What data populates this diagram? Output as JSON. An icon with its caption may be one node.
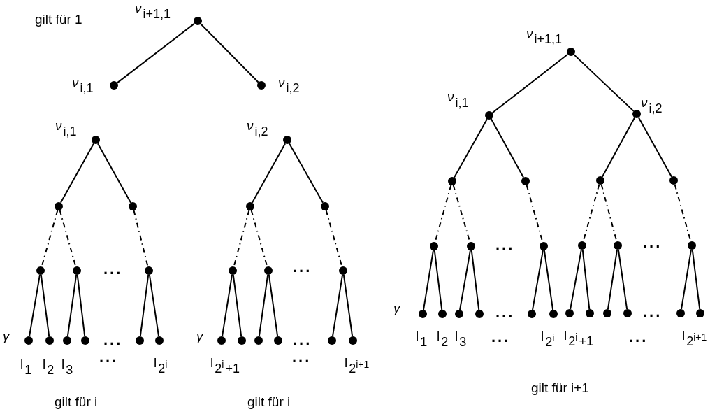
{
  "diagram": {
    "nodes": [
      {
        "text": [],
        "shape": "circle",
        "beside": [
          "*ν*$_{i+1,1}$"
        ]
      },
      {
        "text": [],
        "shape": "circle",
        "beside": [
          "*ν*$_{i,1}$"
        ]
      },
      {
        "text": [],
        "shape": "circle",
        "beside": [
          "*ν*$_{i,2}$"
        ]
      },
      {
        "text": [],
        "shape": "circle",
        "beside": [
          "*ν*$_{i,1}$"
        ]
      },
      {
        "text": [],
        "shape": "circle"
      },
      {
        "text": [],
        "shape": "circle"
      },
      {
        "text": [],
        "shape": "circle"
      },
      {
        "text": [],
        "shape": "circle"
      },
      {
        "text": [],
        "shape": "circle"
      },
      {
        "text": [],
        "shape": "circle",
        "beside": [
          "l$_{1}$"
        ]
      },
      {
        "text": [],
        "shape": "circle",
        "beside": [
          "l$_{2}$"
        ]
      },
      {
        "text": [],
        "shape": "circle",
        "beside": [
          "l$_{3}$"
        ]
      },
      {
        "text": [],
        "shape": "circle"
      },
      {
        "text": [],
        "shape": "circle"
      },
      {
        "text": [],
        "shape": "circle",
        "beside": [
          "l$_{2}$$^{i}$"
        ]
      },
      {
        "text": [],
        "shape": "circle",
        "beside": [
          "*ν*$_{i,2}$"
        ]
      },
      {
        "text": [],
        "shape": "circle"
      },
      {
        "text": [],
        "shape": "circle"
      },
      {
        "text": [],
        "shape": "circle"
      },
      {
        "text": [],
        "shape": "circle"
      },
      {
        "text": [],
        "shape": "circle"
      },
      {
        "text": [],
        "shape": "circle",
        "beside": [
          "l$_{2}$$^{i}$$_{+1}$"
        ]
      },
      {
        "text": [],
        "shape": "circle"
      },
      {
        "text": [],
        "shape": "circle"
      },
      {
        "text": [],
        "shape": "circle"
      },
      {
        "text": [],
        "shape": "circle"
      },
      {
        "text": [],
        "shape": "circle",
        "beside": [
          "l$_{2}$$^{i+1}$"
        ]
      },
      {
        "text": [],
        "shape": "circle",
        "beside": [
          "*ν*$_{i+1,1}$"
        ]
      },
      {
        "text": [],
        "shape": "circle",
        "beside": [
          "*ν*$_{i,1}$"
        ]
      },
      {
        "text": [],
        "shape": "circle",
        "beside": [
          "*ν*$_{i,2}$"
        ]
      },
      {
        "text": [],
        "shape": "circle"
      },
      {
        "text": [],
        "shape": "circle"
      },
      {
        "text": [],
        "shape": "circle"
      },
      {
        "text": [],
        "shape": "circle"
      },
      {
        "text": [],
        "shape": "circle"
      },
      {
        "text": [],
        "shape": "circle"
      },
      {
        "text": [],
        "shape": "circle"
      },
      {
        "text": [],
        "shape": "circle"
      },
      {
        "text": [],
        "shape": "circle"
      },
      {
        "text": [],
        "shape": "circle"
      },
      {
        "text": [],
        "shape": "circle",
        "beside": [
          "l$_{1}$"
        ]
      },
      {
        "text": [],
        "shape": "circle",
        "beside": [
          "l$_{2}$"
        ]
      },
      {
        "text": [],
        "shape": "circle",
        "beside": [
          "l$_{3}$"
        ]
      },
      {
        "text": [],
        "shape": "circle"
      },
      {
        "text": [],
        "shape": "circle"
      },
      {
        "text": [],
        "shape": "circle",
        "beside": [
          "l$_{2}$$^{i}$"
        ]
      },
      {
        "text": [],
        "shape": "circle",
        "beside": [
          "l$_{2}$$^{i}$$_{+1}$"
        ]
      },
      {
        "text": [],
        "shape": "circle"
      },
      {
        "text": [],
        "shape": "circle"
      },
      {
        "text": [],
        "shape": "circle"
      },
      {
        "text": [],
        "shape": "circle"
      },
      {
        "text": [],
        "shape": "circle",
        "beside": [
          "l$_{2}$$^{i+1}$"
        ]
      }
    ],
    "edges": [
      {
        "from": 0,
        "to": 1,
        "arrow": "none"
      },
      {
        "from": 0,
        "to": 2,
        "arrow": "none"
      },
      {
        "from": 3,
        "to": 4,
        "arrow": "none"
      },
      {
        "from": 3,
        "to": 5,
        "arrow": "none"
      },
      {
        "from": 4,
        "to": 6,
        "arrow": "none",
        "style": "dashed"
      },
      {
        "from": 4,
        "to": 7,
        "arrow": "none",
        "style": "dashed"
      },
      {
        "from": 5,
        "to": 8,
        "arrow": "none",
        "style": "dashed"
      },
      {
        "from": 6,
        "to": 9,
        "arrow": "none"
      },
      {
        "from": 6,
        "to": 10,
        "arrow": "none"
      },
      {
        "from": 7,
        "to": 11,
        "arrow": "none"
      },
      {
        "from": 7,
        "to": 12,
        "arrow": "none"
      },
      {
        "from": 8,
        "to": 13,
        "arrow": "none"
      },
      {
        "from": 8,
        "to": 14,
        "arrow": "none"
      },
      {
        "from": 15,
        "to": 16,
        "arrow": "none"
      },
      {
        "from": 15,
        "to": 17,
        "arrow": "none"
      },
      {
        "from": 16,
        "to": 18,
        "arrow": "none",
        "style": "dashed"
      },
      {
        "from": 16,
        "to": 19,
        "arrow": "none",
        "style": "dashed"
      },
      {
        "from": 17,
        "to": 20,
        "arrow": "none",
        "style": "dashed"
      },
      {
        "from": 18,
        "to": 21,
        "arrow": "none"
      },
      {
        "from": 18,
        "to": 22,
        "arrow": "none"
      },
      {
        "from": 19,
        "to": 23,
        "arrow": "none"
      },
      {
        "from": 19,
        "to": 24,
        "arrow": "none"
      },
      {
        "from": 20,
        "to": 25,
        "arrow": "none"
      },
      {
        "from": 20,
        "to": 26,
        "arrow": "none"
      },
      {
        "from": 27,
        "to": 28,
        "arrow": "none"
      },
      {
        "from": 27,
        "to": 29,
        "arrow": "none"
      },
      {
        "from": 28,
        "to": 30,
        "arrow": "none"
      },
      {
        "from": 28,
        "to": 31,
        "arrow": "none"
      },
      {
        "from": 29,
        "to": 32,
        "arrow": "none"
      },
      {
        "from": 29,
        "to": 33,
        "arrow": "none"
      },
      {
        "from": 30,
        "to": 34,
        "arrow": "none",
        "style": "dashed"
      },
      {
        "from": 30,
        "to": 35,
        "arrow": "none",
        "style": "dashed"
      },
      {
        "from": 31,
        "to": 36,
        "arrow": "none",
        "style": "dashed"
      },
      {
        "from": 32,
        "to": 37,
        "arrow": "none",
        "style": "dashed"
      },
      {
        "from": 32,
        "to": 38,
        "arrow": "none",
        "style": "dashed"
      },
      {
        "from": 33,
        "to": 39,
        "arrow": "none",
        "style": "dashed"
      },
      {
        "from": 34,
        "to": 40,
        "arrow": "none"
      },
      {
        "from": 34,
        "to": 41,
        "arrow": "none"
      },
      {
        "from": 35,
        "to": 42,
        "arrow": "none"
      },
      {
        "from": 35,
        "to": 43,
        "arrow": "none"
      },
      {
        "from": 36,
        "to": 44,
        "arrow": "none"
      },
      {
        "from": 36,
        "to": 45,
        "arrow": "none"
      },
      {
        "from": 37,
        "to": 46,
        "arrow": "none"
      },
      {
        "from": 37,
        "to": 47,
        "arrow": "none"
      },
      {
        "from": 38,
        "to": 48,
        "arrow": "none"
      },
      {
        "from": 38,
        "to": 49,
        "arrow": "none"
      },
      {
        "from": 39,
        "to": 50,
        "arrow": "none"
      },
      {
        "from": 39,
        "to": 51,
        "arrow": "none"
      }
    ],
    "labels": [
      "gilt für 1",
      "...",
      "...",
      "...",
      "...",
      "*γ*",
      "...",
      "*γ*",
      "...",
      "*γ*",
      "...",
      "...",
      "...",
      "...",
      "...",
      "...",
      "gilt für i+1",
      "gilt für i",
      "gilt für i"
    ]
  }
}
